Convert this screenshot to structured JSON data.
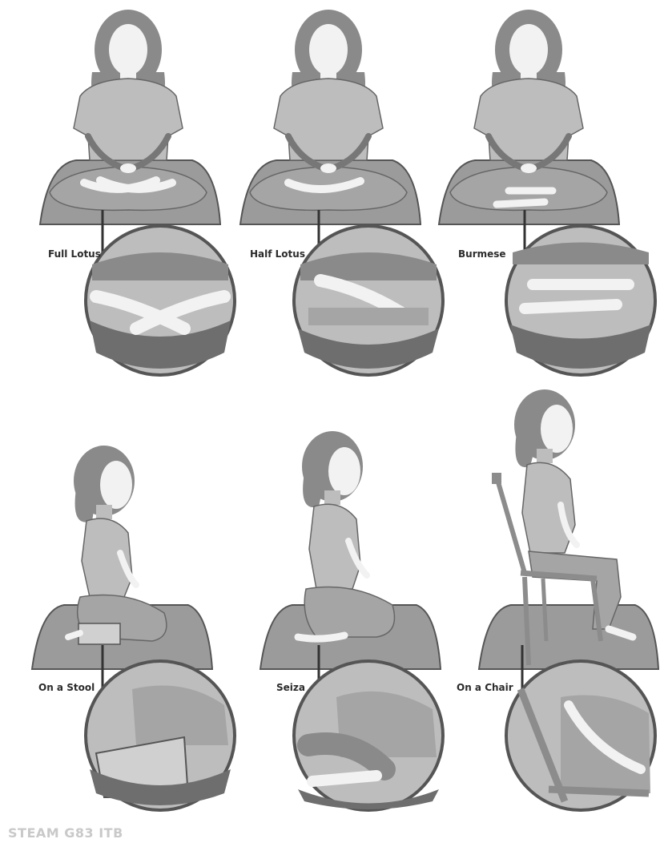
{
  "poses": [
    {
      "id": "full-lotus",
      "label": "Full Lotus"
    },
    {
      "id": "half-lotus",
      "label": "Half Lotus"
    },
    {
      "id": "burmese",
      "label": "Burmese"
    },
    {
      "id": "on-a-stool",
      "label": "On a Stool"
    },
    {
      "id": "seiza",
      "label": "Seiza"
    },
    {
      "id": "on-a-chair",
      "label": "On a Chair"
    }
  ],
  "footer": {
    "text": "STEAM G83 ITB"
  },
  "colors": {
    "hair": "#8a8a8a",
    "skin": "#f2f2f2",
    "shirt": "#bdbdbd",
    "pants": "#a5a5a5",
    "cushion": "#9b9b9b",
    "cushion_dark": "#6e6e6e",
    "outline": "#555555",
    "line": "#333333",
    "chair": "#8c8c8c"
  }
}
